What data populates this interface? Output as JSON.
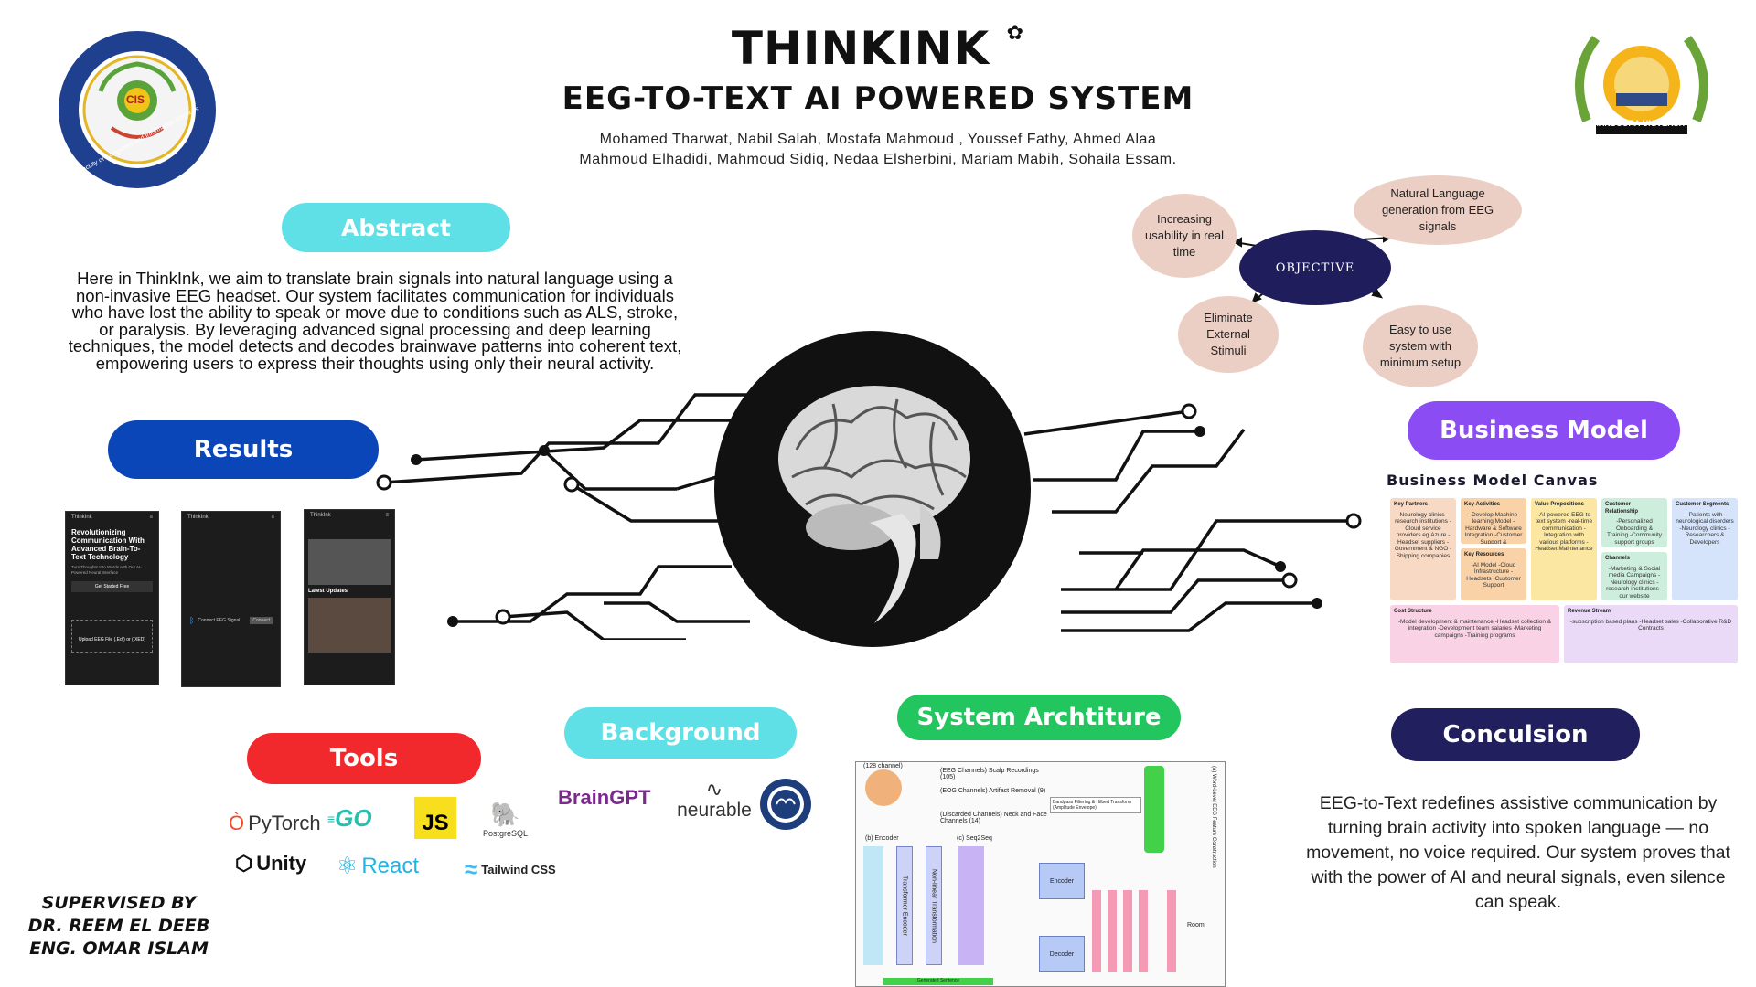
{
  "header": {
    "title": "THINKINK",
    "subtitle": "EEG-TO-TEXT AI POWERED SYSTEM",
    "authors_line1": "Mohamed Tharwat, Nabil Salah, Mostafa Mahmoud , Youssef Fathy, Ahmed Alaa",
    "authors_line2": "Mahmoud Elhadidi, Mahmoud Sidiq, Nedaa Elsherbini, Mariam Mabih, Sohaila Essam."
  },
  "logos": {
    "left_logo_text": "Faculty of Computers and Information Sciences",
    "left_logo_badge": "CIS",
    "right_logo_text": "MANSOURA UNIVERSITY"
  },
  "sections": {
    "abstract": "Abstract",
    "results": "Results",
    "tools": "Tools",
    "background": "Background",
    "system_architecture": "System Archtiture",
    "business_model": "Business Model",
    "conclusion": "Conculsion"
  },
  "abstract_text": "Here in ThinkInk, we aim to translate brain signals into natural language using a non-invasive EEG headset. Our system facilitates communication for individuals who have lost the ability to speak or move due to conditions such as ALS, stroke, or paralysis. By leveraging advanced signal processing and deep learning techniques, the model detects and decodes brainwave patterns into coherent text, empowering users to express their thoughts using only their neural activity.",
  "conclusion_text": "EEG-to-Text redefines assistive communication by turning brain activity into spoken language — no movement, no voice required. Our system proves that with the power of AI and neural signals, even silence can speak.",
  "objective": {
    "center": "OBJECTIVE",
    "items": [
      "Increasing usability in real time",
      "Natural Language generation from EEG signals",
      "Eliminate External Stimuli",
      "Easy to use system with minimum setup"
    ]
  },
  "business_model_canvas": {
    "title": "Business Model Canvas",
    "cells": [
      {
        "heading": "Key Partners",
        "text": "-Neurology clinics -research institutions -Cloud service providers eg.Azure -Headset suppliers -Government & NGO -Shipping companies",
        "color": "#f7d9c4"
      },
      {
        "heading": "Key Activities",
        "text": "-Develop Machine learning Model -Hardware & Software Integration -Customer Support & Maintenance",
        "color": "#f9d2a8"
      },
      {
        "heading": "Key Resources",
        "text": "-AI Model -Cloud Infrastructure -Headsets -Customer Support",
        "color": "#f9d2a8"
      },
      {
        "heading": "Value Propositions",
        "text": "-AI-powered EEG to text system -real-time communication -Integration with various platforms -Headset Maintenance",
        "color": "#fbe7a1"
      },
      {
        "heading": "Customer Relationship",
        "text": "-Personalized Onboarding & Training -Community support groups",
        "color": "#cdeedd"
      },
      {
        "heading": "Channels",
        "text": "-Marketing & Social media Campaigns -Neurology clinics -research institutions -our website",
        "color": "#cdeedd"
      },
      {
        "heading": "Customer Segments",
        "text": "-Patients with neurological disorders -Neurology clinics -Researchers & Developers",
        "color": "#d6e4fb"
      },
      {
        "heading": "Cost Structure",
        "text": "-Model development & maintenance -Headset collection & integration -Development team salaries -Marketing campaigns -Training programs",
        "color": "#f9d3e5"
      },
      {
        "heading": "Revenue Stream",
        "text": "-subscription based plans -Headset sales -Collaborative R&D Contracts",
        "color": "#ead9f7"
      }
    ]
  },
  "results_screens": [
    {
      "header": "ThinkInk",
      "headline": "Revolutionizing Communication With Advanced Brain-To-Text Technology",
      "sub": "Turn Thoughts Into Words with Our AI-Powered Neural Interface",
      "button": "Get Started Free",
      "upload": "Upload EEG File (.Edf) or (.XED)"
    },
    {
      "header": "ThinkInk",
      "device": "Connect EEG Signal",
      "button": "Connect"
    },
    {
      "header": "ThinkInk",
      "section": "Latest Updates"
    }
  ],
  "tools": [
    "PyTorch",
    "GO",
    "JS",
    "PostgreSQL",
    "Unity",
    "React",
    "Tailwind CSS"
  ],
  "background_logos": [
    "BrainGPT",
    "neurable"
  ],
  "architecture": {
    "labels": [
      "(128 channel)",
      "(EEG Channels) Scalp Recordings (105)",
      "(EOG Channels) Artifact Removal (9)",
      "(Discarded Channels) Neck and Face Channels (14)",
      "Bandpass Filtering & Hilbert Transform (Amplitude Envelope)",
      "(a) Word-Level EEG Feature Construction",
      "(b) Encoder",
      "(c) Seq2Seq",
      "Transformer Encoder",
      "Non-linear Transformation",
      "Encoder",
      "Decoder",
      "Room",
      "Generated Sentence"
    ]
  },
  "supervisors": {
    "line1": "SUPERVISED BY",
    "line2": "DR. REEM EL DEEB",
    "line3": "ENG. OMAR ISLAM"
  },
  "colors": {
    "abstract_pill": "#5ee0e6",
    "results_pill": "#0b46b8",
    "tools_pill": "#f2292c",
    "background_pill": "#5ee0e6",
    "architecture_pill": "#22c55e",
    "business_pill": "#8b4cf4",
    "conclusion_pill": "#221f5e"
  }
}
